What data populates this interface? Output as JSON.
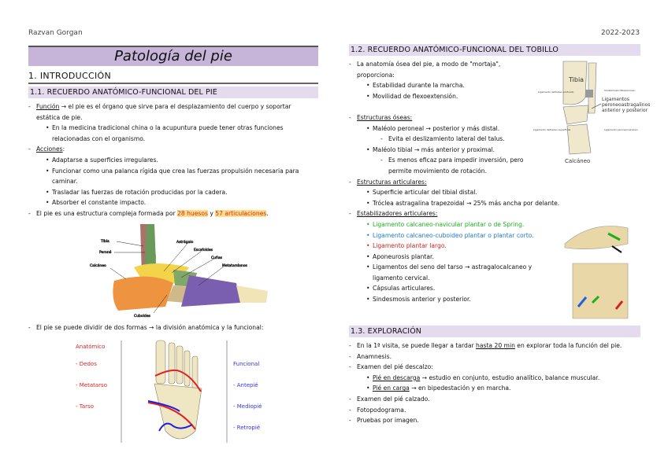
{
  "header": {
    "author": "Razvan Gorgan",
    "year": "2022-2023"
  },
  "title": "Patología del pie",
  "section1": "1.   INTRODUCCIÓN",
  "s11": {
    "heading": "1.1. RECUERDO ANATÓMICO-FUNCIONAL DEL PIE",
    "funcion_label": "Función",
    "funcion_text": " → el pie es el órgano que sirve para el desplazamiento del cuerpo y soportar",
    "funcion_text2": "estática de pie.",
    "funcion_b1": "En la medicina tradicional china o la acupuntura puede tener otras funciones",
    "funcion_b1b": "relacionadas con el organismo.",
    "acciones_label": "Acciones",
    "acciones": [
      "Adaptarse a superficies irregulares.",
      "Funcionar como una palanca rígida que crea las fuerzas propulsión necesaria para",
      "caminar.",
      "Trasladar las fuerzas de rotación producidas por la cadera.",
      "Absorber el constante impacto."
    ],
    "estructura_pre": "El pie es una estructura compleja formada por ",
    "huesos": "28 huesos",
    "y": " y ",
    "articulaciones": "57 articulaciones",
    "dot": ".",
    "fig1_labels": [
      "Tibia",
      "Peroné",
      "Calcáneo",
      "Astrágalo",
      "Escafoides",
      "Cuñas",
      "Metatarsianos",
      "Cuboides"
    ],
    "division": "El pie se puede dividir de dos formas → la división anatómica y la funcional:",
    "fig2": {
      "anat_title": "Anatómico",
      "anat": [
        "Dedos",
        "Metatarso",
        "Tarso"
      ],
      "func_title": "Funcional",
      "func": [
        "Antepié",
        "Mediopié",
        "Retropié"
      ]
    }
  },
  "s12": {
    "heading": "1.2. RECUERDO ANATÓMICO-FUNCIONAL DEL TOBILLO",
    "intro1": "La anatomía ósea del pie, a modo de \"mortaja\",",
    "intro2": "proporciona:",
    "intro_b": [
      "Estabilidad durante la marcha.",
      "Movilidad de flexoextensión."
    ],
    "oseas_label": "Estructuras óseas:",
    "oseas": {
      "m1": "Maléolo peroneal → posterior y más distal.",
      "m1s": "Evita el deslizamiento lateral del talus.",
      "m2": "Maléolo tibial → más anterior y proximal.",
      "m2s1": "Es menos eficaz para impedir inversión, pero",
      "m2s2": "permite movimiento de rotación."
    },
    "articulares_label": "Estructuras articulares:",
    "articulares": [
      "Superficie articular del tibial distal.",
      "Tróclea astragalina trapezoidal → 25% más ancha por delante."
    ],
    "estab_label": "Estabilizadores articulares:",
    "estab": [
      "Ligamento calcaneo-navicular plantar o de Spring.",
      "Ligamento calcaneo-cuboideo plantar o plantar corto.",
      "Ligamento plantar largo.",
      "Aponeurosis plantar.",
      "Ligamentos del seno del tarso → astragalocalcaneo y",
      "ligamento cervical.",
      "Cápsulas articulares.",
      "Sindesmosis anterior y posterior."
    ],
    "fig_labels": {
      "tibia": "Tibia",
      "calcaneo": "Calcáneo",
      "l1": "Ligamento deltoideo profundo",
      "l2": "Ligamento deltoideo superficial",
      "l3": "Sindesmosis tibioperonea",
      "l4": "Ligamentos peroneoastragalinos anterior y posterior",
      "l5": "Ligamento peroneocalcáneo"
    }
  },
  "s13": {
    "heading": "1.3. EXPLORACIÓN",
    "v_pre": "En la 1ª visita, se puede llegar a tardar ",
    "v_u": "hasta 20 min",
    "v_post": " en explorar toda la función del pie.",
    "anamnesis": "Anamnesis.",
    "descalzo": "Examen del pié descalzo:",
    "desc_u": "Pié en descarga",
    "desc_t": " → estudio en conjunto, estudio analítico, balance muscular.",
    "carga_u": "Pié en carga",
    "carga_t": " → en bipedestación y en marcha.",
    "rest": [
      "Examen del pié calzado.",
      "Fotopodograma.",
      "Pruebas por imagen."
    ]
  },
  "colors": {
    "title_bg": "#c6b5d8",
    "heading_bg": "#e4dbee",
    "green": "#1fae1f",
    "blue": "#1e78d0",
    "red": "#d42020"
  }
}
